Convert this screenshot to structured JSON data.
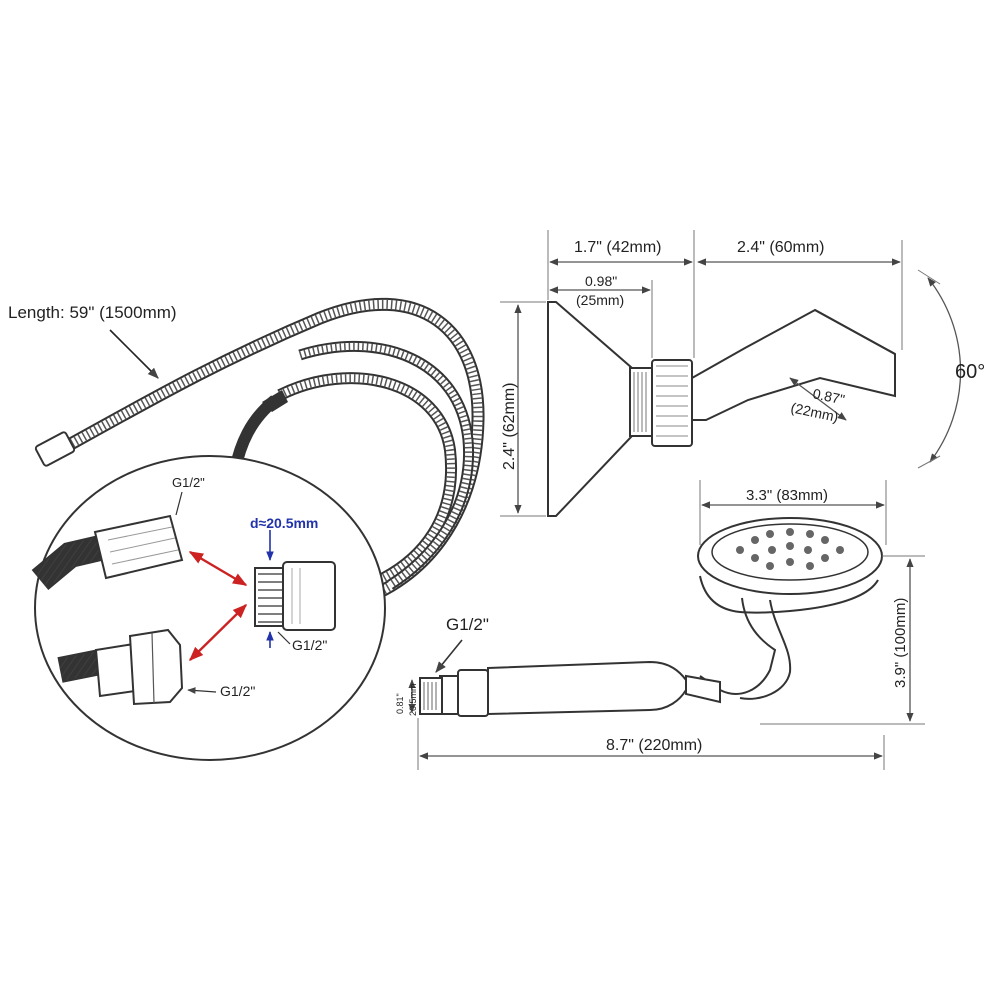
{
  "hose": {
    "length_label": "Length: 59\" (1500mm)"
  },
  "detail": {
    "label_top_left": "G1/2\"",
    "label_diameter": "d≈20.5mm",
    "label_thread_right": "G1/2\"",
    "label_bottom": "G1/2\""
  },
  "bracket": {
    "base_width": "1.7\" (42mm)",
    "arm_length": "2.4\" (60mm)",
    "nut_width_in": "0.98\"",
    "nut_width_mm": "(25mm)",
    "height": "2.4\" (62mm)",
    "bore_in": "0.87\"",
    "bore_mm": "(22mm)",
    "angle": "60°"
  },
  "handshower": {
    "head_diameter": "3.3\" (83mm)",
    "head_height": "3.9\" (100mm)",
    "thread": "G1/2\"",
    "thread_dia_in": "0.81\"",
    "thread_dia_mm": "20.5mm",
    "total_length": "8.7\" (220mm)"
  },
  "colors": {
    "outline": "#333333",
    "arrow_red": "#cc2222",
    "dim_blue": "#2233aa"
  }
}
